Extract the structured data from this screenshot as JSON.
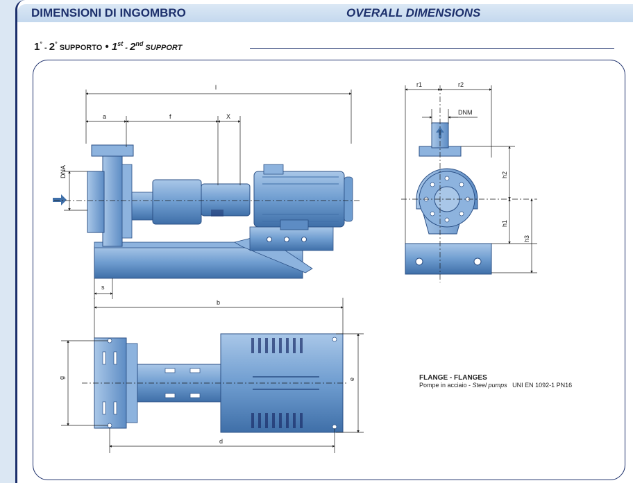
{
  "header": {
    "title_it": "DIMENSIONI DI INGOMBRO",
    "title_en": "OVERALL DIMENSIONS"
  },
  "subtitle": {
    "n1": "1",
    "sep1": "°",
    "dash1": " - ",
    "n2": "2",
    "sep2": "°",
    "word_it": " SUPPORTO",
    "bullet": " • ",
    "en_n1": "1",
    "en_sup1": "st",
    "en_dash": " - ",
    "en_n2": "2",
    "en_sup2": "nd",
    "word_en": " SUPPORT"
  },
  "dimension_labels": {
    "l": "l",
    "a": "a",
    "f": "f",
    "X": "X",
    "DNA": "DNA",
    "s": "s",
    "b": "b",
    "g": "g",
    "e": "e",
    "d": "d",
    "r1": "r1",
    "r2": "r2",
    "DNM": "DNM",
    "h1": "h1",
    "h2": "h2",
    "h3": "h3"
  },
  "flange": {
    "title": "FLANGE - FLANGES",
    "desc_it": "Pompe in acciaio - ",
    "desc_en": "Steel pumps",
    "standard": "   UNI EN 1092-1 PN16"
  },
  "colors": {
    "navy": "#1c2f6b",
    "pump_blue": "#6f9dd0",
    "pump_light": "#a9c7e8",
    "pump_dark": "#3f6fa8"
  }
}
